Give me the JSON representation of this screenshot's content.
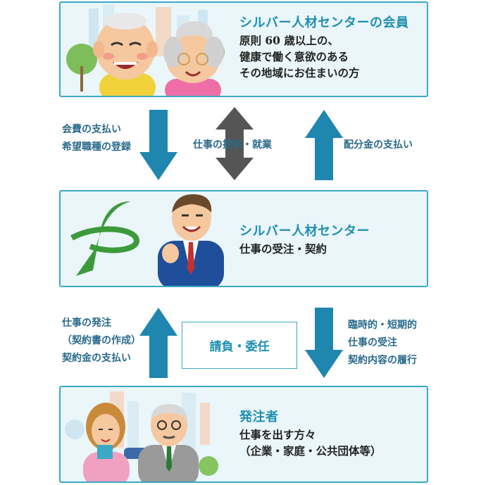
{
  "members": {
    "title": "シルバー人材センターの会員",
    "desc": "原則 60 歳以上の、\n健康で働く意欲のある\nその地域にお住まいの方"
  },
  "center": {
    "title": "シルバー人材センター",
    "desc": "仕事の受注・契約"
  },
  "client": {
    "title": "発注者",
    "desc": "仕事を出す方々\n（企業・家庭・公共団体等）"
  },
  "flows_upper": {
    "left": "会費の支払い\n希望職種の登録",
    "middle": "仕事の提供・就業",
    "right": "配分金の支払い"
  },
  "flows_lower": {
    "left": "仕事の発注\n（契約書の作成）\n契約金の支払い",
    "contract": "請負・委任",
    "right": "臨時的・短期的\n仕事の受注\n契約内容の履行"
  },
  "colors": {
    "accent": "#1f8fb0",
    "border": "#3aa9c6",
    "arrow_blue": "#1f86b0",
    "arrow_gray": "#555555",
    "box_bg": "#eaf6f9",
    "logo_green": "#3d9a3a"
  }
}
